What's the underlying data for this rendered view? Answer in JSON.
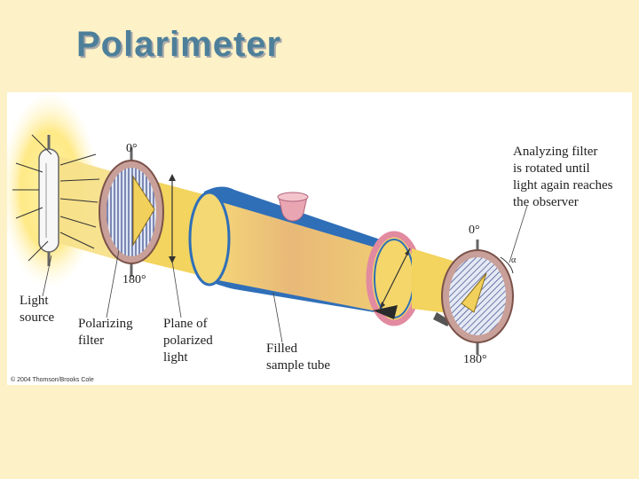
{
  "slide": {
    "title": "Polarimeter"
  },
  "figure": {
    "labels": {
      "light_source": "Light\nsource",
      "polarizing_filter": "Polarizing\nfilter",
      "plane_of_polarized_light": "Plane of\npolarized\nlight",
      "filled_sample_tube": "Filled\nsample tube",
      "analyzing_filter": "Analyzing filter\nis rotated until\nlight again reaches\nthe observer"
    },
    "degrees": {
      "polarizer_top": "0°",
      "polarizer_bottom": "180°",
      "analyzer_top": "0°",
      "analyzer_bottom": "180°",
      "rotation_angle": "α"
    },
    "copyright": "© 2004 Thomson/Brooks Cole"
  }
}
